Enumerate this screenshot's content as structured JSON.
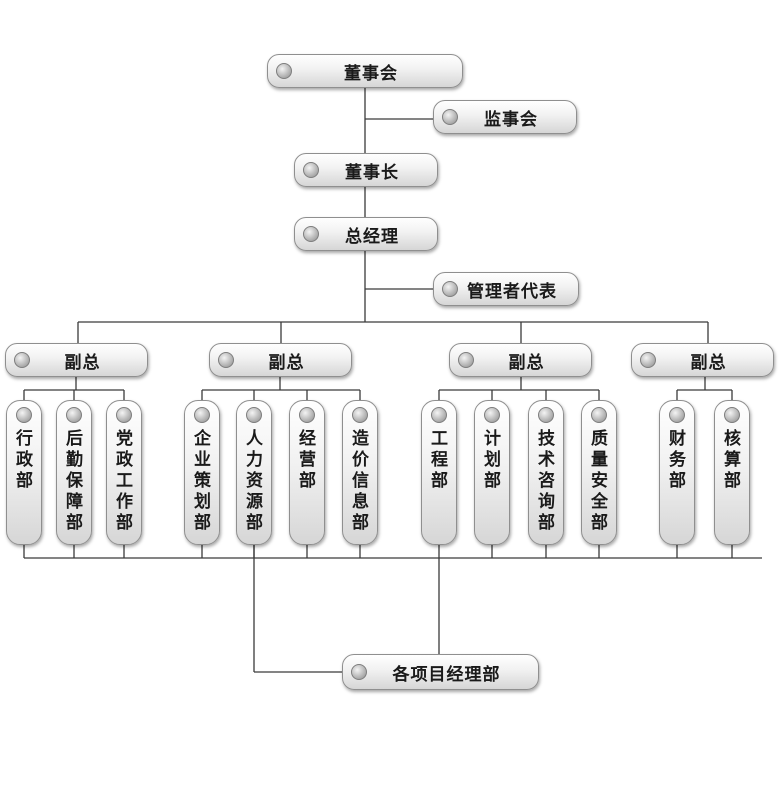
{
  "nodes": {
    "board": "董事会",
    "supervisors": "监事会",
    "chairman": "董事长",
    "general_manager": "总经理",
    "management_rep": "管理者代表",
    "vp1": "副总",
    "vp2": "副总",
    "vp3": "副总",
    "vp4": "副总",
    "admin": "行政部",
    "logistics": "后勤保障部",
    "party_affairs": "党政工作部",
    "planning": "企业策划部",
    "hr": "人力资源部",
    "operations": "经营部",
    "cost_info": "造价信息部",
    "engineering": "工程部",
    "planning_dept": "计划部",
    "tech_consult": "技术咨询部",
    "quality_safety": "质量安全部",
    "finance": "财务部",
    "accounting": "核算部",
    "project_depts": "各项目经理部"
  }
}
